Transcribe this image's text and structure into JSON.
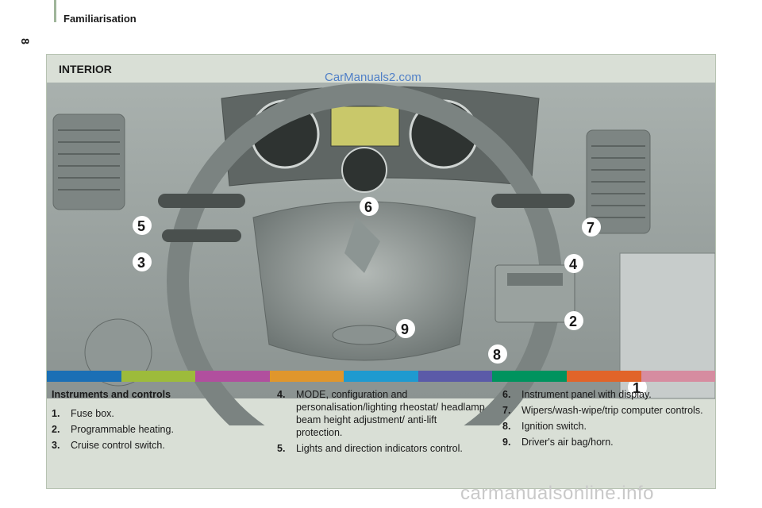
{
  "header": {
    "section_title": "Familiarisation",
    "page_number": "8"
  },
  "panel": {
    "heading": "INTERIOR",
    "top_watermark": "CarManuals2.com",
    "callouts": [
      "1",
      "2",
      "3",
      "4",
      "5",
      "6",
      "7",
      "8",
      "9"
    ],
    "list_heading": "Instruments and controls",
    "items": [
      {
        "num": "1.",
        "text": "Fuse box."
      },
      {
        "num": "2.",
        "text": "Programmable heating."
      },
      {
        "num": "3.",
        "text": "Cruise control switch."
      },
      {
        "num": "4.",
        "text": "MODE, configuration and personalisation/lighting rheostat/ headlamp beam height adjustment/ anti-lift protection."
      },
      {
        "num": "5.",
        "text": "Lights and direction indicators control."
      },
      {
        "num": "6.",
        "text": "Instrument panel with display."
      },
      {
        "num": "7.",
        "text": "Wipers/wash-wipe/trip computer controls."
      },
      {
        "num": "8.",
        "text": "Ignition switch."
      },
      {
        "num": "9.",
        "text": "Driver's air bag/horn."
      }
    ]
  },
  "color_strip": [
    "#1b6fb5",
    "#9dbb3b",
    "#b14f9e",
    "#e0962c",
    "#1e9ad0",
    "#5b5aa8",
    "#00935e",
    "#e16429",
    "#d68ca0"
  ],
  "footer_watermark": "carmanualsonline.info"
}
